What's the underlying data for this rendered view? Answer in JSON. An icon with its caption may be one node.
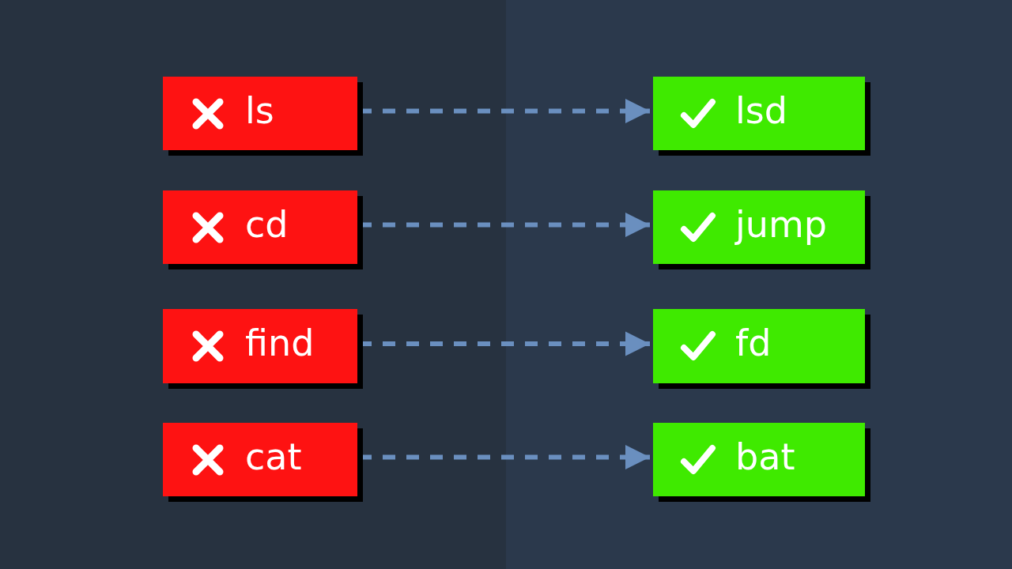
{
  "diagram": {
    "nodes": [
      {
        "text": [
          "ls"
        ]
      },
      {
        "text": [
          "lsd"
        ]
      },
      {
        "text": [
          "cd"
        ]
      },
      {
        "text": [
          "jump"
        ]
      },
      {
        "text": [
          "find"
        ]
      },
      {
        "text": [
          "fd"
        ]
      },
      {
        "text": [
          "cat"
        ]
      },
      {
        "text": [
          "bat"
        ]
      }
    ],
    "edges": [
      {
        "from": 0,
        "to": 1,
        "arrow": "to",
        "style": "dashed"
      },
      {
        "from": 2,
        "to": 3,
        "arrow": "to",
        "style": "dashed"
      },
      {
        "from": 4,
        "to": 5,
        "arrow": "to",
        "style": "dashed"
      },
      {
        "from": 6,
        "to": 7,
        "arrow": "to",
        "style": "dashed"
      }
    ]
  }
}
